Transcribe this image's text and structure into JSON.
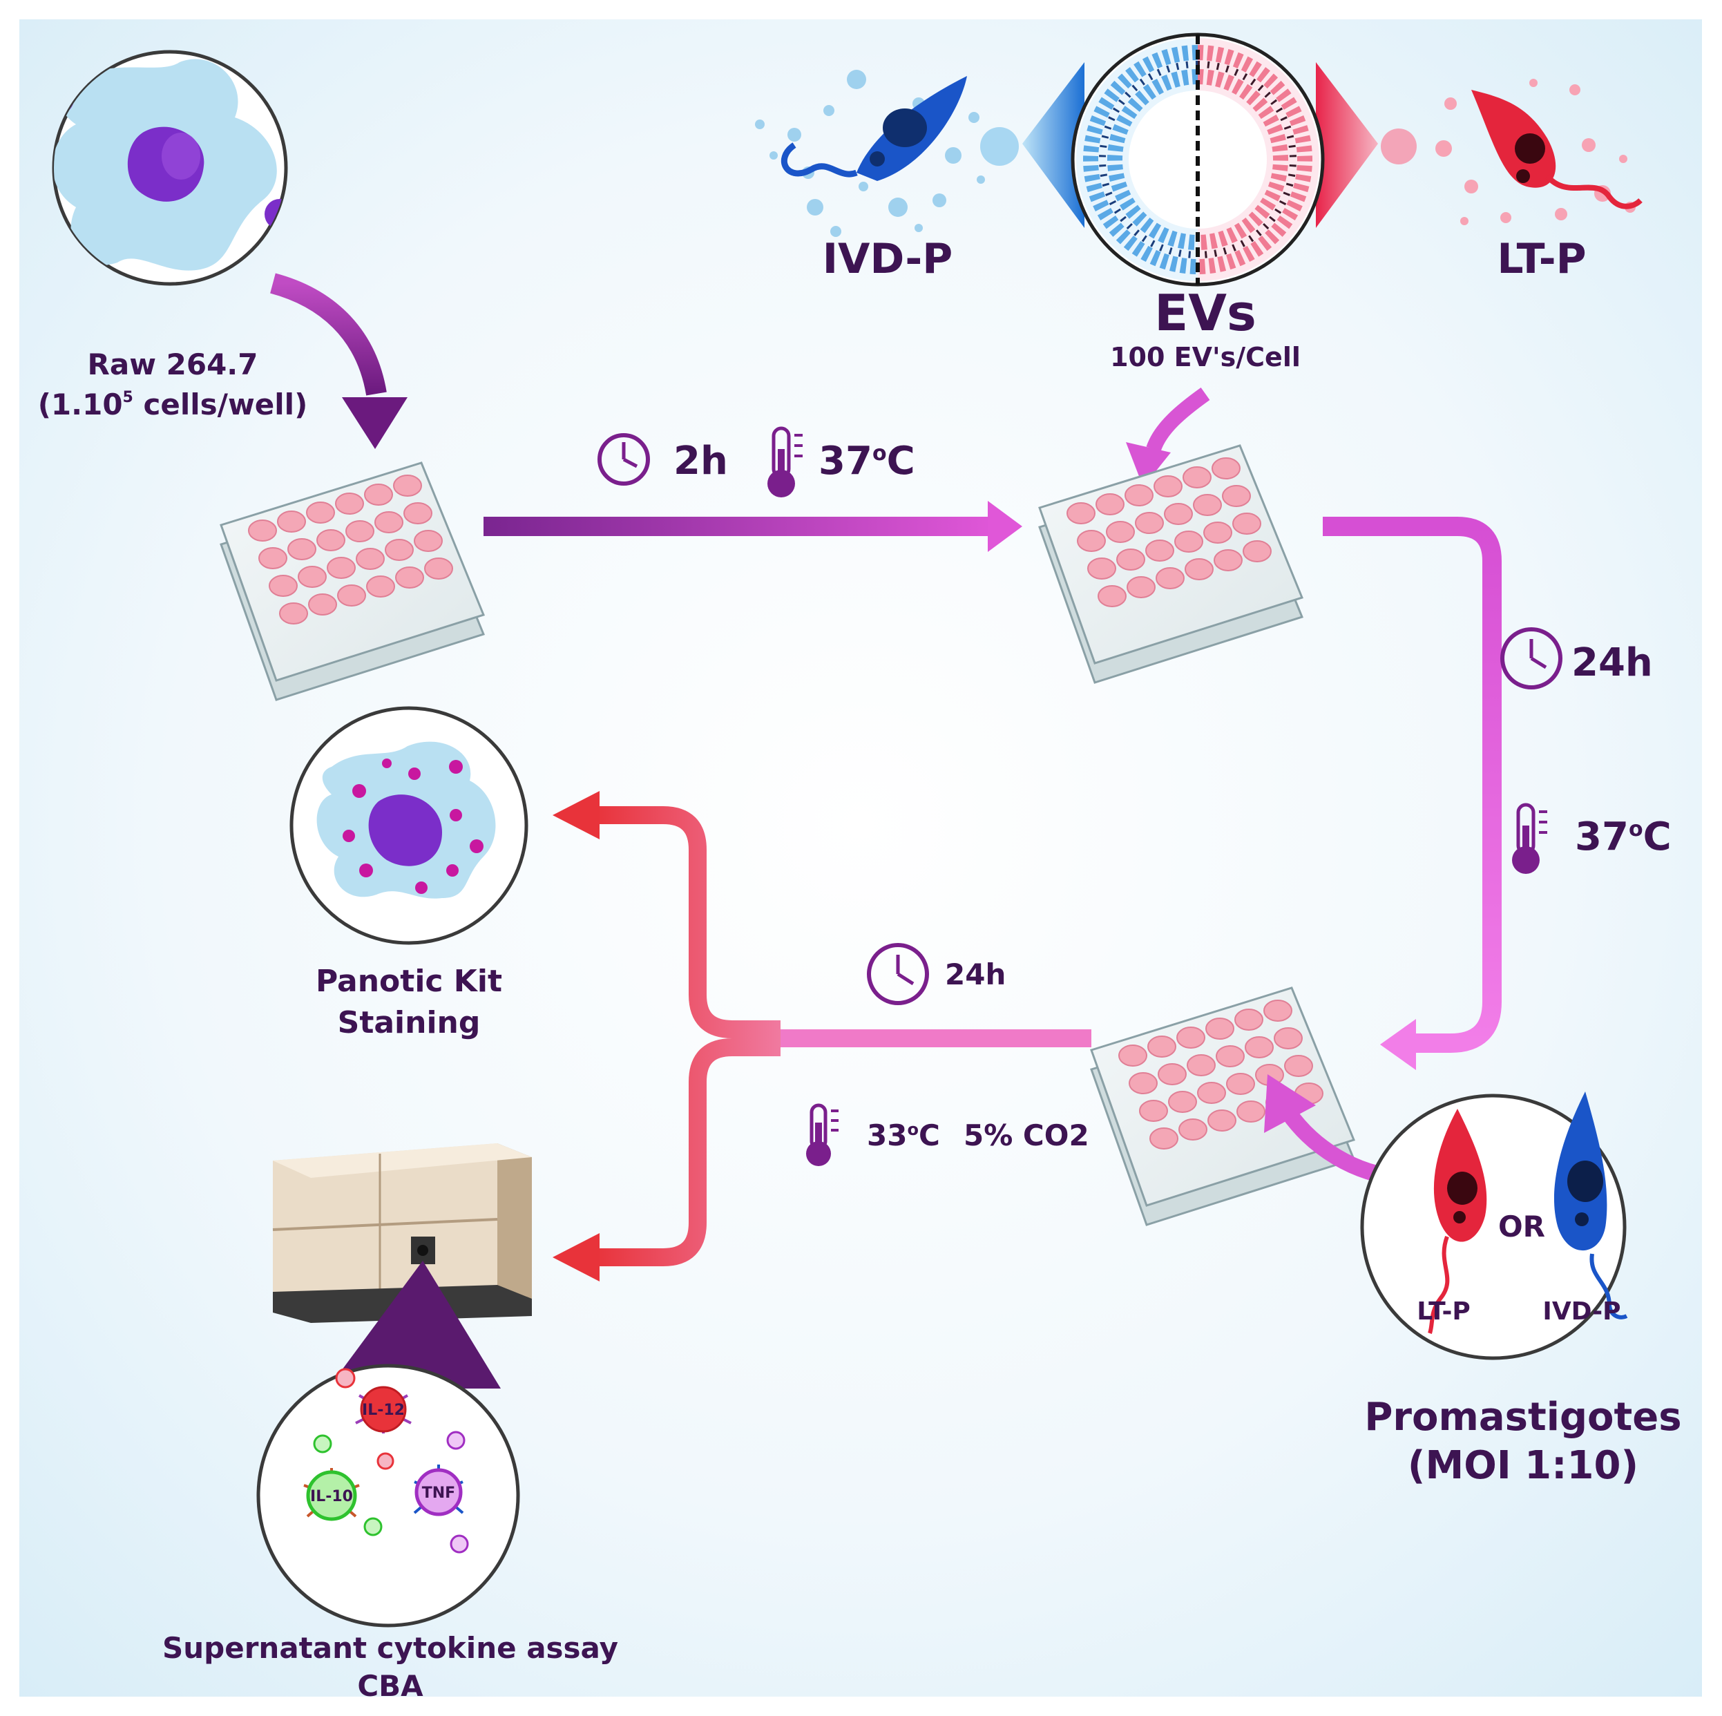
{
  "raw": {
    "line1": "Raw 264.7",
    "line2_prefix": "(1.10",
    "line2_sup": "5",
    "line2_suffix": " cells/well)"
  },
  "evs": {
    "left_label": "IVD-P",
    "center_label": "EVs",
    "sub_label": "100 EV's/Cell",
    "right_label": "LT-P"
  },
  "step1": {
    "time": "2h",
    "temp_num": "37",
    "temp_o": "o",
    "temp_unit": "C"
  },
  "step2": {
    "time": "24h",
    "temp_num": "37",
    "temp_o": "o",
    "temp_unit": "C"
  },
  "step3": {
    "time": "24h",
    "temp_num": "33",
    "temp_o": "o",
    "temp_unit": "C",
    "co2": "5% CO2"
  },
  "panotic": {
    "line1": "Panotic Kit",
    "line2": "Staining"
  },
  "cba": {
    "line1": "Supernatant cytokine assay",
    "line2": "CBA",
    "beads": [
      "IL-12",
      "IL-10",
      "TNF"
    ]
  },
  "promastigotes": {
    "left": "LT-P",
    "or": "OR",
    "right": "IVD-P",
    "title": "Promastigotes",
    "moi": "(MOI 1:10)"
  },
  "colors": {
    "text": "#3d1452",
    "purple": "#7a1f8c",
    "magenta": "#e057d8",
    "red": "#e8333a",
    "blue_parasite": "#1a55c8",
    "red_parasite": "#e4253c",
    "well": "#f4a7b6"
  }
}
